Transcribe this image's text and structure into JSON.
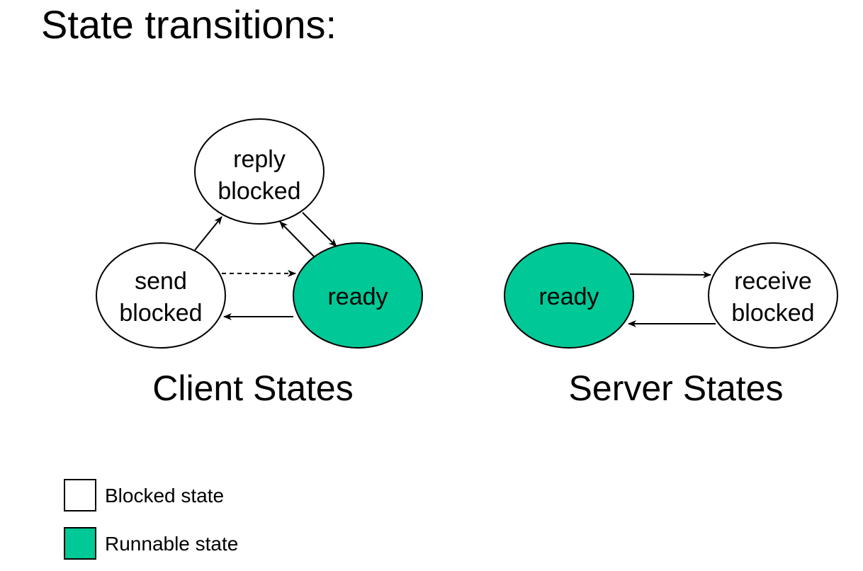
{
  "title": "State transitions:",
  "colors": {
    "blocked": "#ffffff",
    "runnable": "#00c896",
    "stroke": "#000000"
  },
  "client": {
    "caption": "Client States",
    "states": {
      "reply_blocked": {
        "line1": "reply",
        "line2": "blocked",
        "kind": "blocked"
      },
      "send_blocked": {
        "line1": "send",
        "line2": "blocked",
        "kind": "blocked"
      },
      "ready": {
        "label": "ready",
        "kind": "runnable"
      }
    }
  },
  "server": {
    "caption": "Server States",
    "states": {
      "ready": {
        "label": "ready",
        "kind": "runnable"
      },
      "receive_blocked": {
        "line1": "receive",
        "line2": "blocked",
        "kind": "blocked"
      }
    }
  },
  "legend": [
    {
      "label": "Blocked state",
      "kind": "blocked"
    },
    {
      "label": "Runnable state",
      "kind": "runnable"
    }
  ]
}
